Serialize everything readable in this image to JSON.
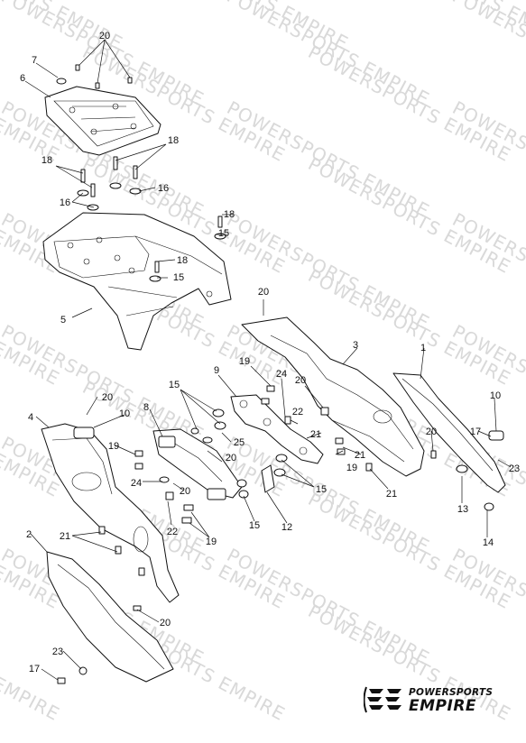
{
  "watermark": {
    "text": "POWERSPORTS EMPIRE"
  },
  "logo": {
    "line1": "POWERSPORTS",
    "line2": "EMPIRE"
  },
  "callouts": [
    {
      "id": "c20a",
      "text": "20"
    },
    {
      "id": "c7",
      "text": "7"
    },
    {
      "id": "c6",
      "text": "6"
    },
    {
      "id": "c18a",
      "text": "18"
    },
    {
      "id": "c18b",
      "text": "18"
    },
    {
      "id": "c16a",
      "text": "16"
    },
    {
      "id": "c16b",
      "text": "16"
    },
    {
      "id": "c18c",
      "text": "18"
    },
    {
      "id": "c15a",
      "text": "15"
    },
    {
      "id": "c18d",
      "text": "18"
    },
    {
      "id": "c15b",
      "text": "15"
    },
    {
      "id": "c5",
      "text": "5"
    },
    {
      "id": "c20b",
      "text": "20"
    },
    {
      "id": "c3",
      "text": "3"
    },
    {
      "id": "c1",
      "text": "1"
    },
    {
      "id": "c19a",
      "text": "19"
    },
    {
      "id": "c24a",
      "text": "24"
    },
    {
      "id": "c9",
      "text": "9"
    },
    {
      "id": "c15c",
      "text": "15"
    },
    {
      "id": "c20c",
      "text": "20"
    },
    {
      "id": "c22a",
      "text": "22"
    },
    {
      "id": "c21a",
      "text": "21"
    },
    {
      "id": "c25",
      "text": "25"
    },
    {
      "id": "c8",
      "text": "8"
    },
    {
      "id": "c20d",
      "text": "20"
    },
    {
      "id": "c10a",
      "text": "10"
    },
    {
      "id": "c4",
      "text": "4"
    },
    {
      "id": "c19b",
      "text": "19"
    },
    {
      "id": "c20e",
      "text": "20"
    },
    {
      "id": "c24b",
      "text": "24"
    },
    {
      "id": "c20f",
      "text": "20"
    },
    {
      "id": "c21b",
      "text": "21"
    },
    {
      "id": "c19c",
      "text": "19"
    },
    {
      "id": "c21c",
      "text": "21"
    },
    {
      "id": "c20g",
      "text": "20"
    },
    {
      "id": "c10b",
      "text": "10"
    },
    {
      "id": "c17a",
      "text": "17"
    },
    {
      "id": "c23a",
      "text": "23"
    },
    {
      "id": "c13",
      "text": "13"
    },
    {
      "id": "c14",
      "text": "14"
    },
    {
      "id": "c15d",
      "text": "15"
    },
    {
      "id": "c12",
      "text": "12"
    },
    {
      "id": "c15e",
      "text": "15"
    },
    {
      "id": "c22b",
      "text": "22"
    },
    {
      "id": "c19d",
      "text": "19"
    },
    {
      "id": "c21d",
      "text": "21"
    },
    {
      "id": "c2",
      "text": "2"
    },
    {
      "id": "c20h",
      "text": "20"
    },
    {
      "id": "c23b",
      "text": "23"
    },
    {
      "id": "c17b",
      "text": "17"
    }
  ]
}
